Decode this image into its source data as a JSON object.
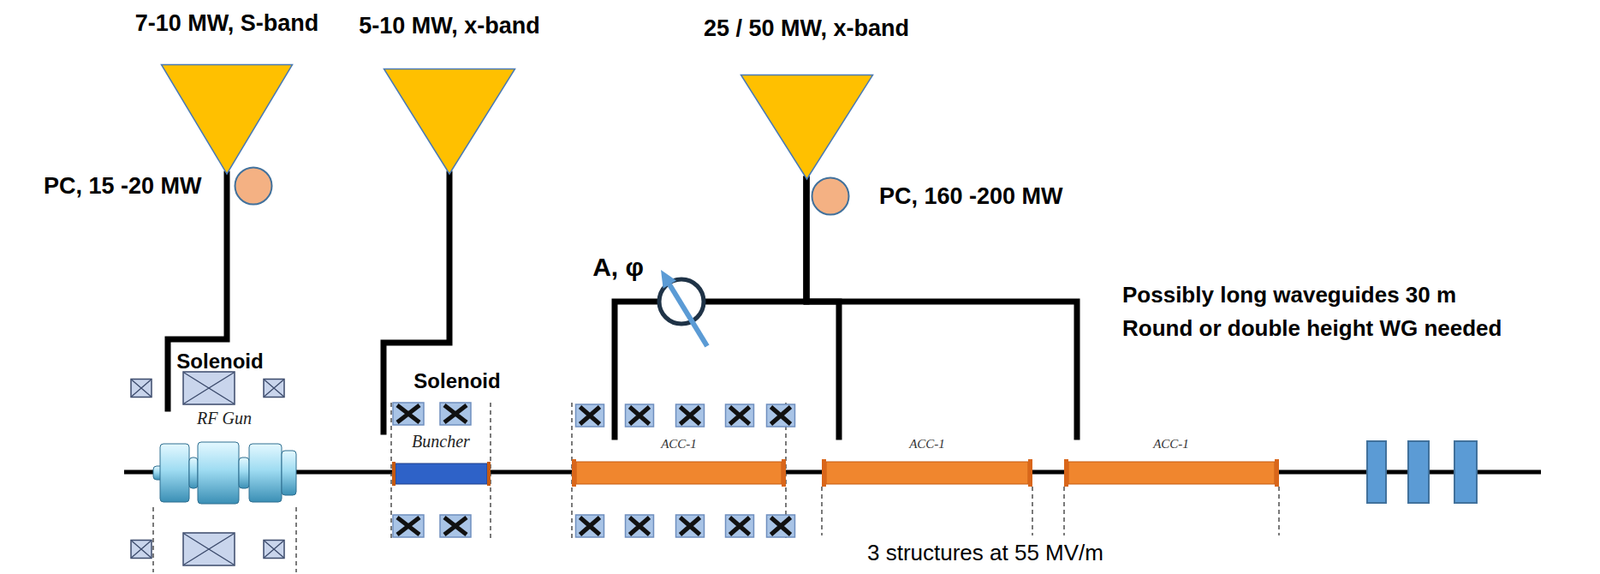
{
  "diagram": {
    "nodes": [
      {
        "text": [
          "7-10 MW, S-band"
        ]
      },
      {
        "text": [
          "PC, 15 -20 MW"
        ]
      },
      {
        "text": [
          "5-10 MW, x-band"
        ]
      },
      {
        "text": [
          "25 / 50 MW, x-band"
        ]
      },
      {
        "text": [
          "PC, 160 -200 MW"
        ]
      },
      {
        "text": [
          "RF Gun"
        ]
      },
      {
        "text": [
          "Buncher"
        ]
      },
      {
        "text": [
          "ACC-1"
        ]
      },
      {
        "text": [
          "ACC-1"
        ]
      },
      {
        "text": [
          "ACC-1"
        ]
      }
    ],
    "edges": [
      {
        "from": 0,
        "to": 5,
        "arrow": "none"
      },
      {
        "from": 2,
        "to": 6,
        "arrow": "none"
      },
      {
        "from": 3,
        "to": 7,
        "arrow": "none"
      },
      {
        "from": 3,
        "to": 8,
        "arrow": "none"
      },
      {
        "from": 3,
        "to": 9,
        "arrow": "none"
      }
    ],
    "labels": [
      "A, φ",
      "Solenoid",
      "Solenoid",
      "Possibly long waveguides 30 m",
      "Round or double height WG needed",
      "3 structures at 55 MV/m"
    ]
  }
}
